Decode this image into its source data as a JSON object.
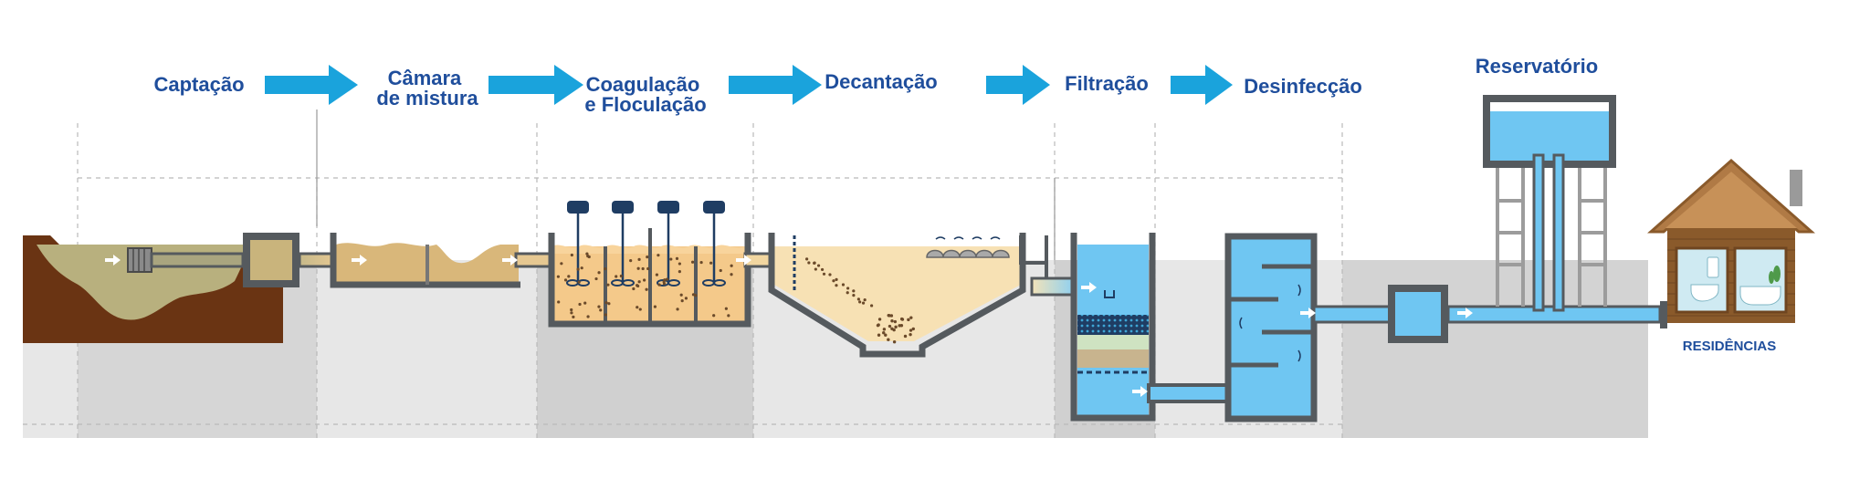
{
  "stages": [
    {
      "id": "captacao",
      "lines": [
        "Captação"
      ]
    },
    {
      "id": "camara",
      "lines": [
        "Câmara",
        "de mistura"
      ]
    },
    {
      "id": "coagulacao",
      "lines": [
        "Coagulação",
        "e Floculação"
      ]
    },
    {
      "id": "decantacao",
      "lines": [
        "Decantação"
      ]
    },
    {
      "id": "filtracao",
      "lines": [
        "Filtração"
      ]
    },
    {
      "id": "desinfeccao",
      "lines": [
        "Desinfecção"
      ]
    },
    {
      "id": "reservatorio",
      "lines": [
        "Reservatório"
      ]
    }
  ],
  "residences_label": "RESIDÊNCIAS",
  "colors": {
    "title": "#1f4e9c",
    "arrow": "#1aa3dc",
    "wall": "#555a5e",
    "raw_water": "#b8b07e",
    "mixed_water": "#d9b77a",
    "floc_water": "#f4c98a",
    "settled_water": "#f7e1b4",
    "clean_water": "#6fc6f2",
    "soil": "#6a3413",
    "ground_light": "#e7e7e7",
    "ground_dark": "#d0d0d0"
  }
}
